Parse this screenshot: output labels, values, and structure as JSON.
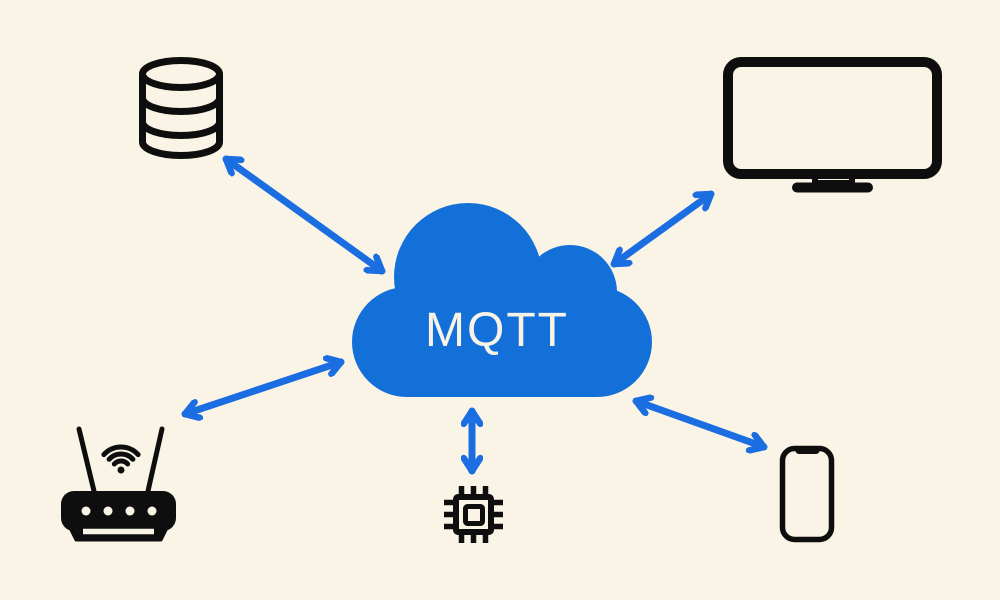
{
  "diagram": {
    "title": "MQTT protocol hub diagram",
    "hub": {
      "label": "MQTT",
      "shape": "cloud",
      "position": "center"
    },
    "nodes": [
      {
        "id": "database",
        "icon": "database-icon",
        "position": "top-left"
      },
      {
        "id": "monitor",
        "icon": "monitor-icon",
        "position": "top-right"
      },
      {
        "id": "wifi-router",
        "icon": "wifi-router-icon",
        "position": "bottom-left"
      },
      {
        "id": "microchip",
        "icon": "microchip-icon",
        "position": "bottom-center"
      },
      {
        "id": "smartphone",
        "icon": "smartphone-icon",
        "position": "bottom-right"
      }
    ],
    "connections": [
      {
        "from": "database",
        "to": "hub",
        "style": "double-headed-arrow"
      },
      {
        "from": "monitor",
        "to": "hub",
        "style": "double-headed-arrow"
      },
      {
        "from": "wifi-router",
        "to": "hub",
        "style": "double-headed-arrow"
      },
      {
        "from": "microchip",
        "to": "hub",
        "style": "double-headed-arrow"
      },
      {
        "from": "smartphone",
        "to": "hub",
        "style": "double-headed-arrow"
      }
    ]
  },
  "colors": {
    "bg": "#FAF4E7",
    "cloud": "#1370D8",
    "arrow": "#1B6EE2",
    "ink": "#0E0E0E",
    "label": "#F8F3E6"
  }
}
